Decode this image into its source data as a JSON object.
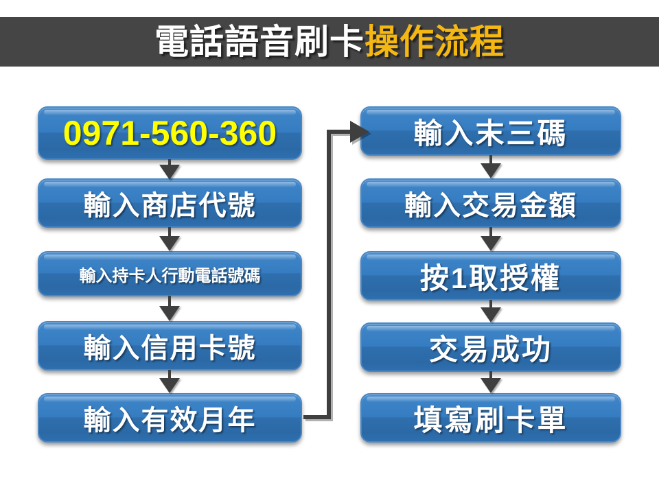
{
  "header": {
    "title_main": "電話語音刷卡",
    "title_accent": "操作流程",
    "bar_color": "#454545",
    "main_color": "#ffffff",
    "accent_color": "#f5b712"
  },
  "theme": {
    "box_fill_top": "#4b8fd0",
    "box_fill_bottom": "#2b69a6",
    "box_border": "#4a87c4",
    "box_text": "#ffffff",
    "highlight_text": "#ffff00",
    "arrow_color": "#3f3f3f",
    "page_background": "#ffffff"
  },
  "flow": {
    "left_column": [
      {
        "id": "phone-number",
        "label": "0971-560-360",
        "style": "phone"
      },
      {
        "id": "merchant-code",
        "label": "輸入商店代號",
        "style": "size-md"
      },
      {
        "id": "cardholder-mobile",
        "label": "輸入持卡人行動電話號碼",
        "style": "size-sm"
      },
      {
        "id": "credit-card-number",
        "label": "輸入信用卡號",
        "style": "size-md"
      },
      {
        "id": "expiry-month-year",
        "label": "輸入有效月年",
        "style": "size-md"
      }
    ],
    "right_column": [
      {
        "id": "last-three-digits",
        "label": "輸入末三碼",
        "style": "size-lg"
      },
      {
        "id": "transaction-amount",
        "label": "輸入交易金額",
        "style": "size-md"
      },
      {
        "id": "press-one-authorize",
        "label": "按1取授權",
        "style": "size-lg"
      },
      {
        "id": "transaction-success",
        "label": "交易成功",
        "style": "size-lg"
      },
      {
        "id": "fill-card-slip",
        "label": "填寫刷卡單",
        "style": "size-lg"
      }
    ]
  }
}
